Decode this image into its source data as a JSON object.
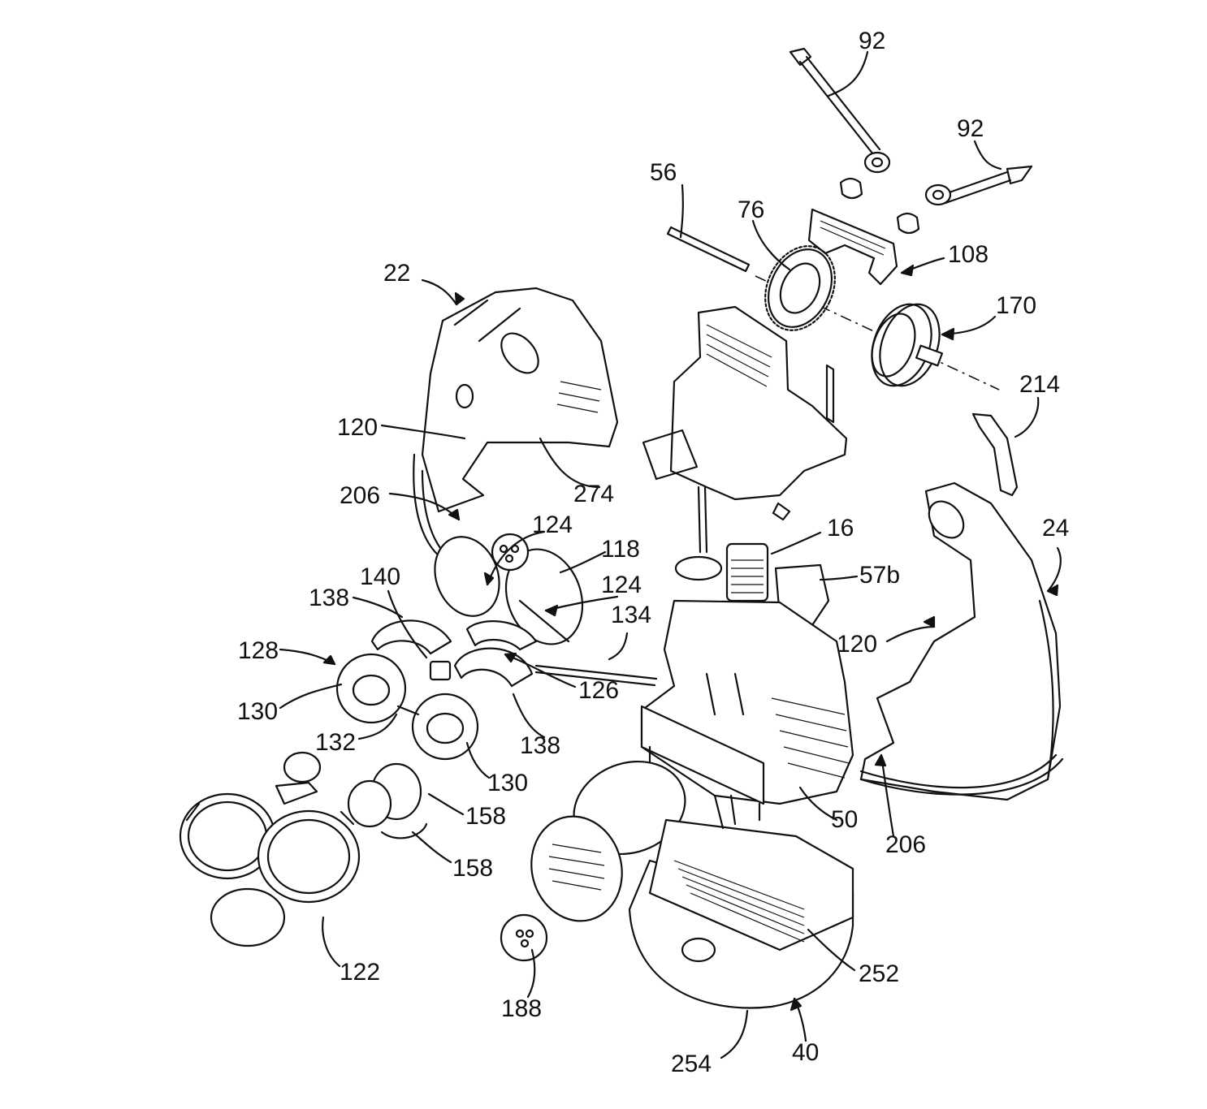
{
  "figure": {
    "labels": [
      {
        "id": "92a",
        "text": "92"
      },
      {
        "id": "92b",
        "text": "92"
      },
      {
        "id": "56",
        "text": "56"
      },
      {
        "id": "76",
        "text": "76"
      },
      {
        "id": "108",
        "text": "108"
      },
      {
        "id": "170",
        "text": "170"
      },
      {
        "id": "214",
        "text": "214"
      },
      {
        "id": "22",
        "text": "22"
      },
      {
        "id": "120a",
        "text": "120"
      },
      {
        "id": "274",
        "text": "274"
      },
      {
        "id": "206a",
        "text": "206"
      },
      {
        "id": "124a",
        "text": "124"
      },
      {
        "id": "118",
        "text": "118"
      },
      {
        "id": "124b",
        "text": "124"
      },
      {
        "id": "16",
        "text": "16"
      },
      {
        "id": "57b",
        "text": "57b"
      },
      {
        "id": "24",
        "text": "24"
      },
      {
        "id": "138a",
        "text": "138"
      },
      {
        "id": "140",
        "text": "140"
      },
      {
        "id": "134",
        "text": "134"
      },
      {
        "id": "128",
        "text": "128"
      },
      {
        "id": "120b",
        "text": "120"
      },
      {
        "id": "126",
        "text": "126"
      },
      {
        "id": "130a",
        "text": "130"
      },
      {
        "id": "132",
        "text": "132"
      },
      {
        "id": "138b",
        "text": "138"
      },
      {
        "id": "130b",
        "text": "130"
      },
      {
        "id": "158a",
        "text": "158"
      },
      {
        "id": "158b",
        "text": "158"
      },
      {
        "id": "50",
        "text": "50"
      },
      {
        "id": "206b",
        "text": "206"
      },
      {
        "id": "122",
        "text": "122"
      },
      {
        "id": "252",
        "text": "252"
      },
      {
        "id": "188",
        "text": "188"
      },
      {
        "id": "254",
        "text": "254"
      },
      {
        "id": "40",
        "text": "40"
      }
    ]
  }
}
